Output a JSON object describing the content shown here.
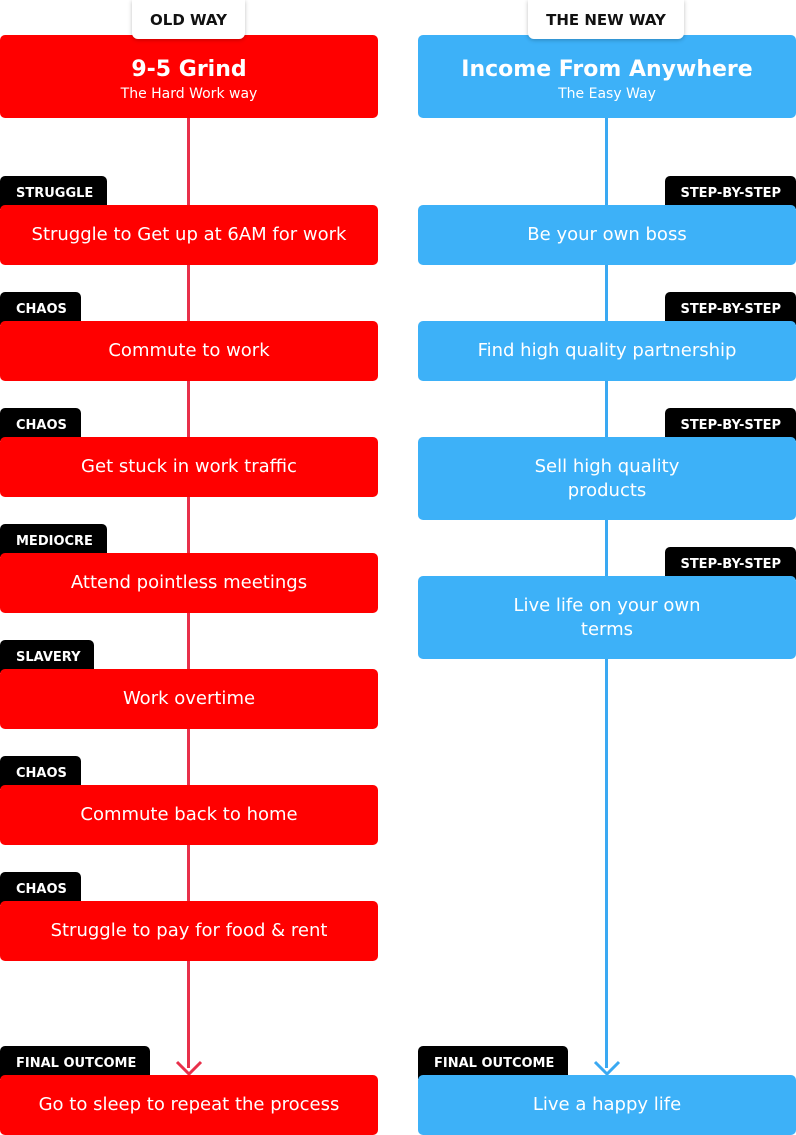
{
  "old": {
    "header": "OLD WAY",
    "title": "9-5 Grind",
    "subtitle": "The Hard Work way",
    "steps": [
      {
        "tag": "STRUGGLE",
        "text": "Struggle to Get up at 6AM for work"
      },
      {
        "tag": "CHAOS",
        "text": "Commute to work"
      },
      {
        "tag": "CHAOS",
        "text": "Get stuck in work traffic"
      },
      {
        "tag": "MEDIOCRE",
        "text": "Attend pointless meetings"
      },
      {
        "tag": "SLAVERY",
        "text": "Work overtime"
      },
      {
        "tag": "CHAOS",
        "text": "Commute back to home"
      },
      {
        "tag": "CHAOS",
        "text": "Struggle to pay for food & rent"
      }
    ],
    "final": {
      "tag": "FINAL OUTCOME",
      "text": "Go to sleep to repeat the process"
    }
  },
  "new": {
    "header": "THE NEW WAY",
    "title": "Income From Anywhere",
    "subtitle": "The Easy Way",
    "steps": [
      {
        "tag": "STEP-BY-STEP",
        "text": "Be your own boss"
      },
      {
        "tag": "STEP-BY-STEP",
        "text": "Find high quality partnership"
      },
      {
        "tag": "STEP-BY-STEP",
        "text": "Sell high quality products"
      },
      {
        "tag": "STEP-BY-STEP",
        "text": "Live life on your own terms"
      }
    ],
    "final": {
      "tag": "FINAL OUTCOME",
      "text": "Live a happy life"
    }
  },
  "colors": {
    "old_accent": "#ff0000",
    "old_line": "#e8304a",
    "new_accent": "#3db1f8",
    "new_line": "#3aa9f2",
    "tag_bg": "#000000"
  }
}
